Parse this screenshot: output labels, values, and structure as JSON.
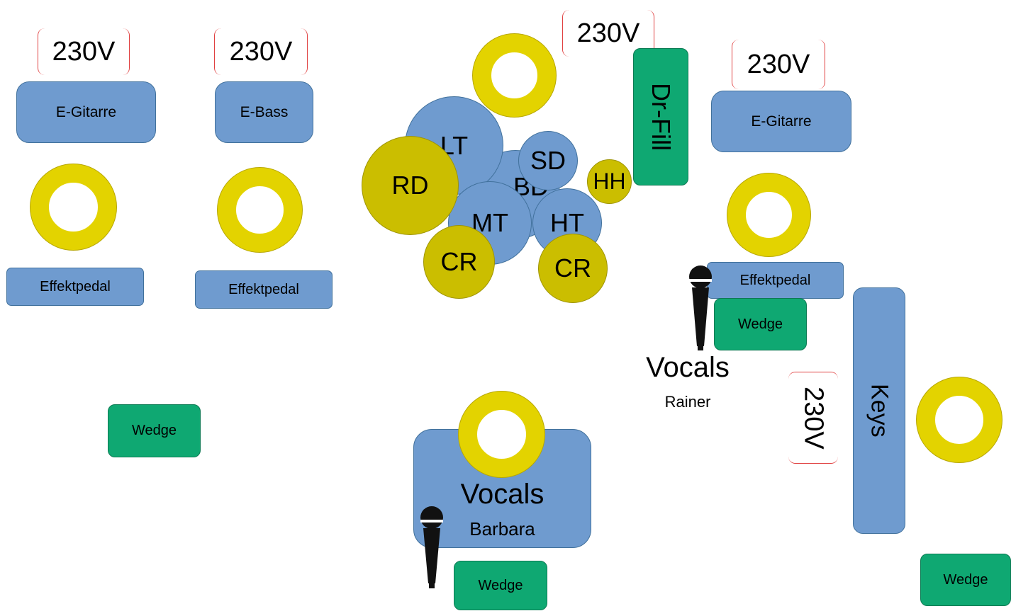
{
  "stage": {
    "power_label": "230V",
    "amps": {
      "guitar_left": "E-Gitarre",
      "bass": "E-Bass",
      "guitar_right": "E-Gitarre"
    },
    "pedals": {
      "left_1": "Effektpedal",
      "left_2": "Effektpedal",
      "right": "Effektpedal"
    },
    "wedge_label": "Wedge",
    "drums": {
      "lt": "LT",
      "bd": "BD",
      "sd": "SD",
      "mt": "MT",
      "ht": "HT",
      "rd": "RD",
      "hh": "HH",
      "cr_left": "CR",
      "cr_right": "CR",
      "drum_fill": "Dr-Fill"
    },
    "vocals_rainer": {
      "title": "Vocals",
      "name": "Rainer"
    },
    "vocals_barbara": {
      "title": "Vocals",
      "name": "Barbara"
    },
    "keys": "Keys",
    "colors": {
      "amp_blue": "#6f9bcf",
      "wedge_green": "#0fa872",
      "ring_yellow": "#e3d300",
      "cymbal_olive": "#cbbe00",
      "power_red": "#e04040"
    },
    "icons": [
      "microphone-icon",
      "monitor-ring-icon"
    ]
  }
}
